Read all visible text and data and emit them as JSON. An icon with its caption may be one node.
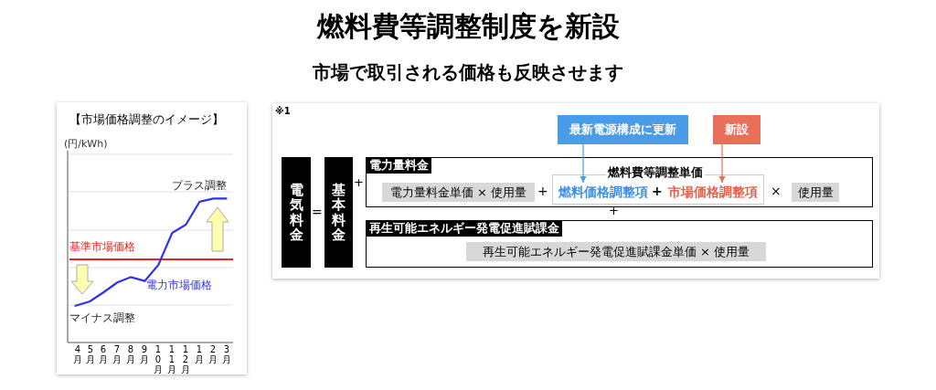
{
  "diagram": {
    "title": "燃料費等調整制度を新設",
    "nodes": [
      {
        "text": [
          "電気料金"
        ]
      },
      {
        "text": [
          "基本料金"
        ]
      },
      {
        "text": [
          "電力量料金"
        ]
      },
      {
        "text": [
          "電力量料金単価 × 使用量"
        ],
        "in": 2
      },
      {
        "text": [
          "燃料費等調整単価"
        ],
        "in": 2
      },
      {
        "text": [
          "燃料価格調整項"
        ],
        "in": 4
      },
      {
        "text": [
          "市場価格調整項"
        ],
        "in": 4
      },
      {
        "text": [
          "使用量"
        ],
        "in": 2
      },
      {
        "text": [
          "再生可能エネルギー発電促進賦課金"
        ]
      },
      {
        "text": [
          "再生可能エネルギー発電促進賦課金単価 × 使用量"
        ],
        "in": 8
      },
      {
        "text": [
          "最新電源構成に更新"
        ]
      },
      {
        "text": [
          "新設"
        ]
      }
    ],
    "edges": [
      {
        "from": 10,
        "to": 5,
        "arrow": "to",
        "color": "#4a9be8"
      },
      {
        "from": 11,
        "to": 6,
        "arrow": "to",
        "color": "#e8705a"
      }
    ],
    "labels": [
      "市場で取引される価格も反映させます",
      "【市場価格調整のイメージ】",
      "(円/kWh)",
      "プラス調整",
      "基準市場価格",
      "電力市場価格",
      "マイナス調整",
      "4月",
      "5月",
      "6月",
      "7月",
      "8月",
      "9月",
      "10月",
      "11月",
      "12月",
      "1月",
      "2月",
      "3月",
      "※1",
      "+",
      "=",
      "+",
      "+",
      "×",
      "+"
    ]
  }
}
